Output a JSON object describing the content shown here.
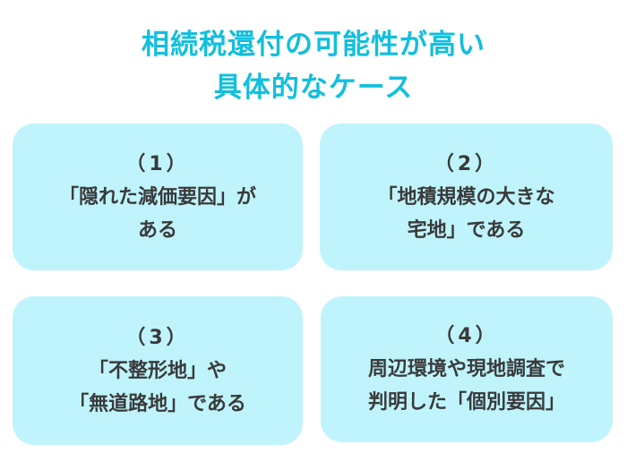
{
  "title": {
    "line1": "相続税還付の可能性が高い",
    "line2": "具体的なケース"
  },
  "cards": [
    {
      "number": "（1）",
      "lines": [
        "「隠れた減価要因」が",
        "ある"
      ]
    },
    {
      "number": "（2）",
      "lines": [
        "「地積規模の大きな",
        "宅地」である"
      ]
    },
    {
      "number": "（3）",
      "lines": [
        "「不整形地」や",
        "「無道路地」である"
      ]
    },
    {
      "number": "（4）",
      "lines": [
        "周辺環境や現地調査で",
        "判明した「個別要因」"
      ]
    }
  ],
  "colors": {
    "title": "#12bfdd",
    "card_background": "#bff4fd",
    "card_text": "#3a3a3a"
  }
}
